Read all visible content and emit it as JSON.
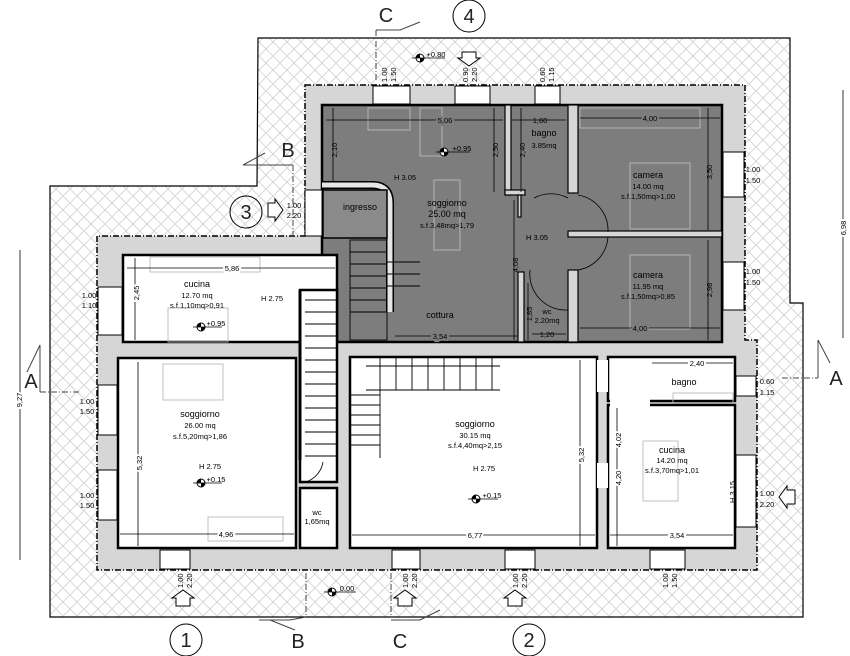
{
  "markers": {
    "circled": [
      "1",
      "2",
      "3",
      "4"
    ],
    "sections": [
      "A",
      "A",
      "B",
      "B",
      "C",
      "C"
    ]
  },
  "rooms": [
    {
      "name": "soggiorno",
      "area": "25.00 mq",
      "sf": "s.f.3,48mq>1,79"
    },
    {
      "name": "bagno",
      "area": "3.85mq"
    },
    {
      "name": "camera",
      "area": "14.00 mq",
      "sf": "s.f.1,50mq>1,00"
    },
    {
      "name": "camera",
      "area": "11.95 mq",
      "sf": "s.f.1,50mq>0,85"
    },
    {
      "name": "ingresso"
    },
    {
      "name": "cottura"
    },
    {
      "name": "wc",
      "area": "2.20mq"
    },
    {
      "name": "cucina",
      "area": "12.70 mq",
      "sf": "s.f.1,10mq>0,91"
    },
    {
      "name": "soggiorno",
      "area": "26.00 mq",
      "sf": "s.f.5,20mq>1,86"
    },
    {
      "name": "wc",
      "area": "1,65mq"
    },
    {
      "name": "soggiorno",
      "area": "30.15 mq",
      "sf": "s.f.4,40mq>2,15"
    },
    {
      "name": "bagno"
    },
    {
      "name": "cucina",
      "area": "14.20 mq",
      "sf": "s.f.3,70mq>1,01"
    }
  ],
  "heights": [
    "H 3.05",
    "H 3.05",
    "H 2.75",
    "H 2.75",
    "H 2.75",
    "H 3.15"
  ],
  "dimensions": [
    "5,06",
    "1,60",
    "4,00",
    "2,10",
    "2,50",
    "2,40",
    "3,50",
    "4,08",
    "2,98",
    "1,85",
    "3,54",
    "1,20",
    "4,00",
    "5,86",
    "2,45",
    "5,32",
    "4,96",
    "5,32",
    "6,77",
    "2,40",
    "4,02",
    "4,20",
    "3,54",
    "6,98",
    "9,27"
  ],
  "openings": [
    {
      "w": "1.00",
      "h": "1.50"
    },
    {
      "w": "0.90",
      "h": "2.20"
    },
    {
      "w": "0.60",
      "h": "1.15"
    },
    {
      "w": "1.00",
      "h": "1.50"
    },
    {
      "w": "1.00",
      "h": "1.50"
    },
    {
      "w": "0.60",
      "h": "1.15"
    },
    {
      "w": "1.00",
      "h": "2.20"
    },
    {
      "w": "1.00",
      "h": "2.20"
    },
    {
      "w": "1.00",
      "h": "2.20"
    },
    {
      "w": "1.00",
      "h": "2.20"
    },
    {
      "w": "1.00",
      "h": "1.50"
    },
    {
      "w": "1.00",
      "h": "1.10"
    },
    {
      "w": "1.00",
      "h": "1.50"
    },
    {
      "w": "1.00",
      "h": "1.50"
    },
    {
      "w": "1.00",
      "h": "2.20"
    }
  ],
  "elevations": [
    "+0.80",
    "+0.95",
    "+0.95",
    "+0.15",
    "+0.15",
    "0.00"
  ]
}
